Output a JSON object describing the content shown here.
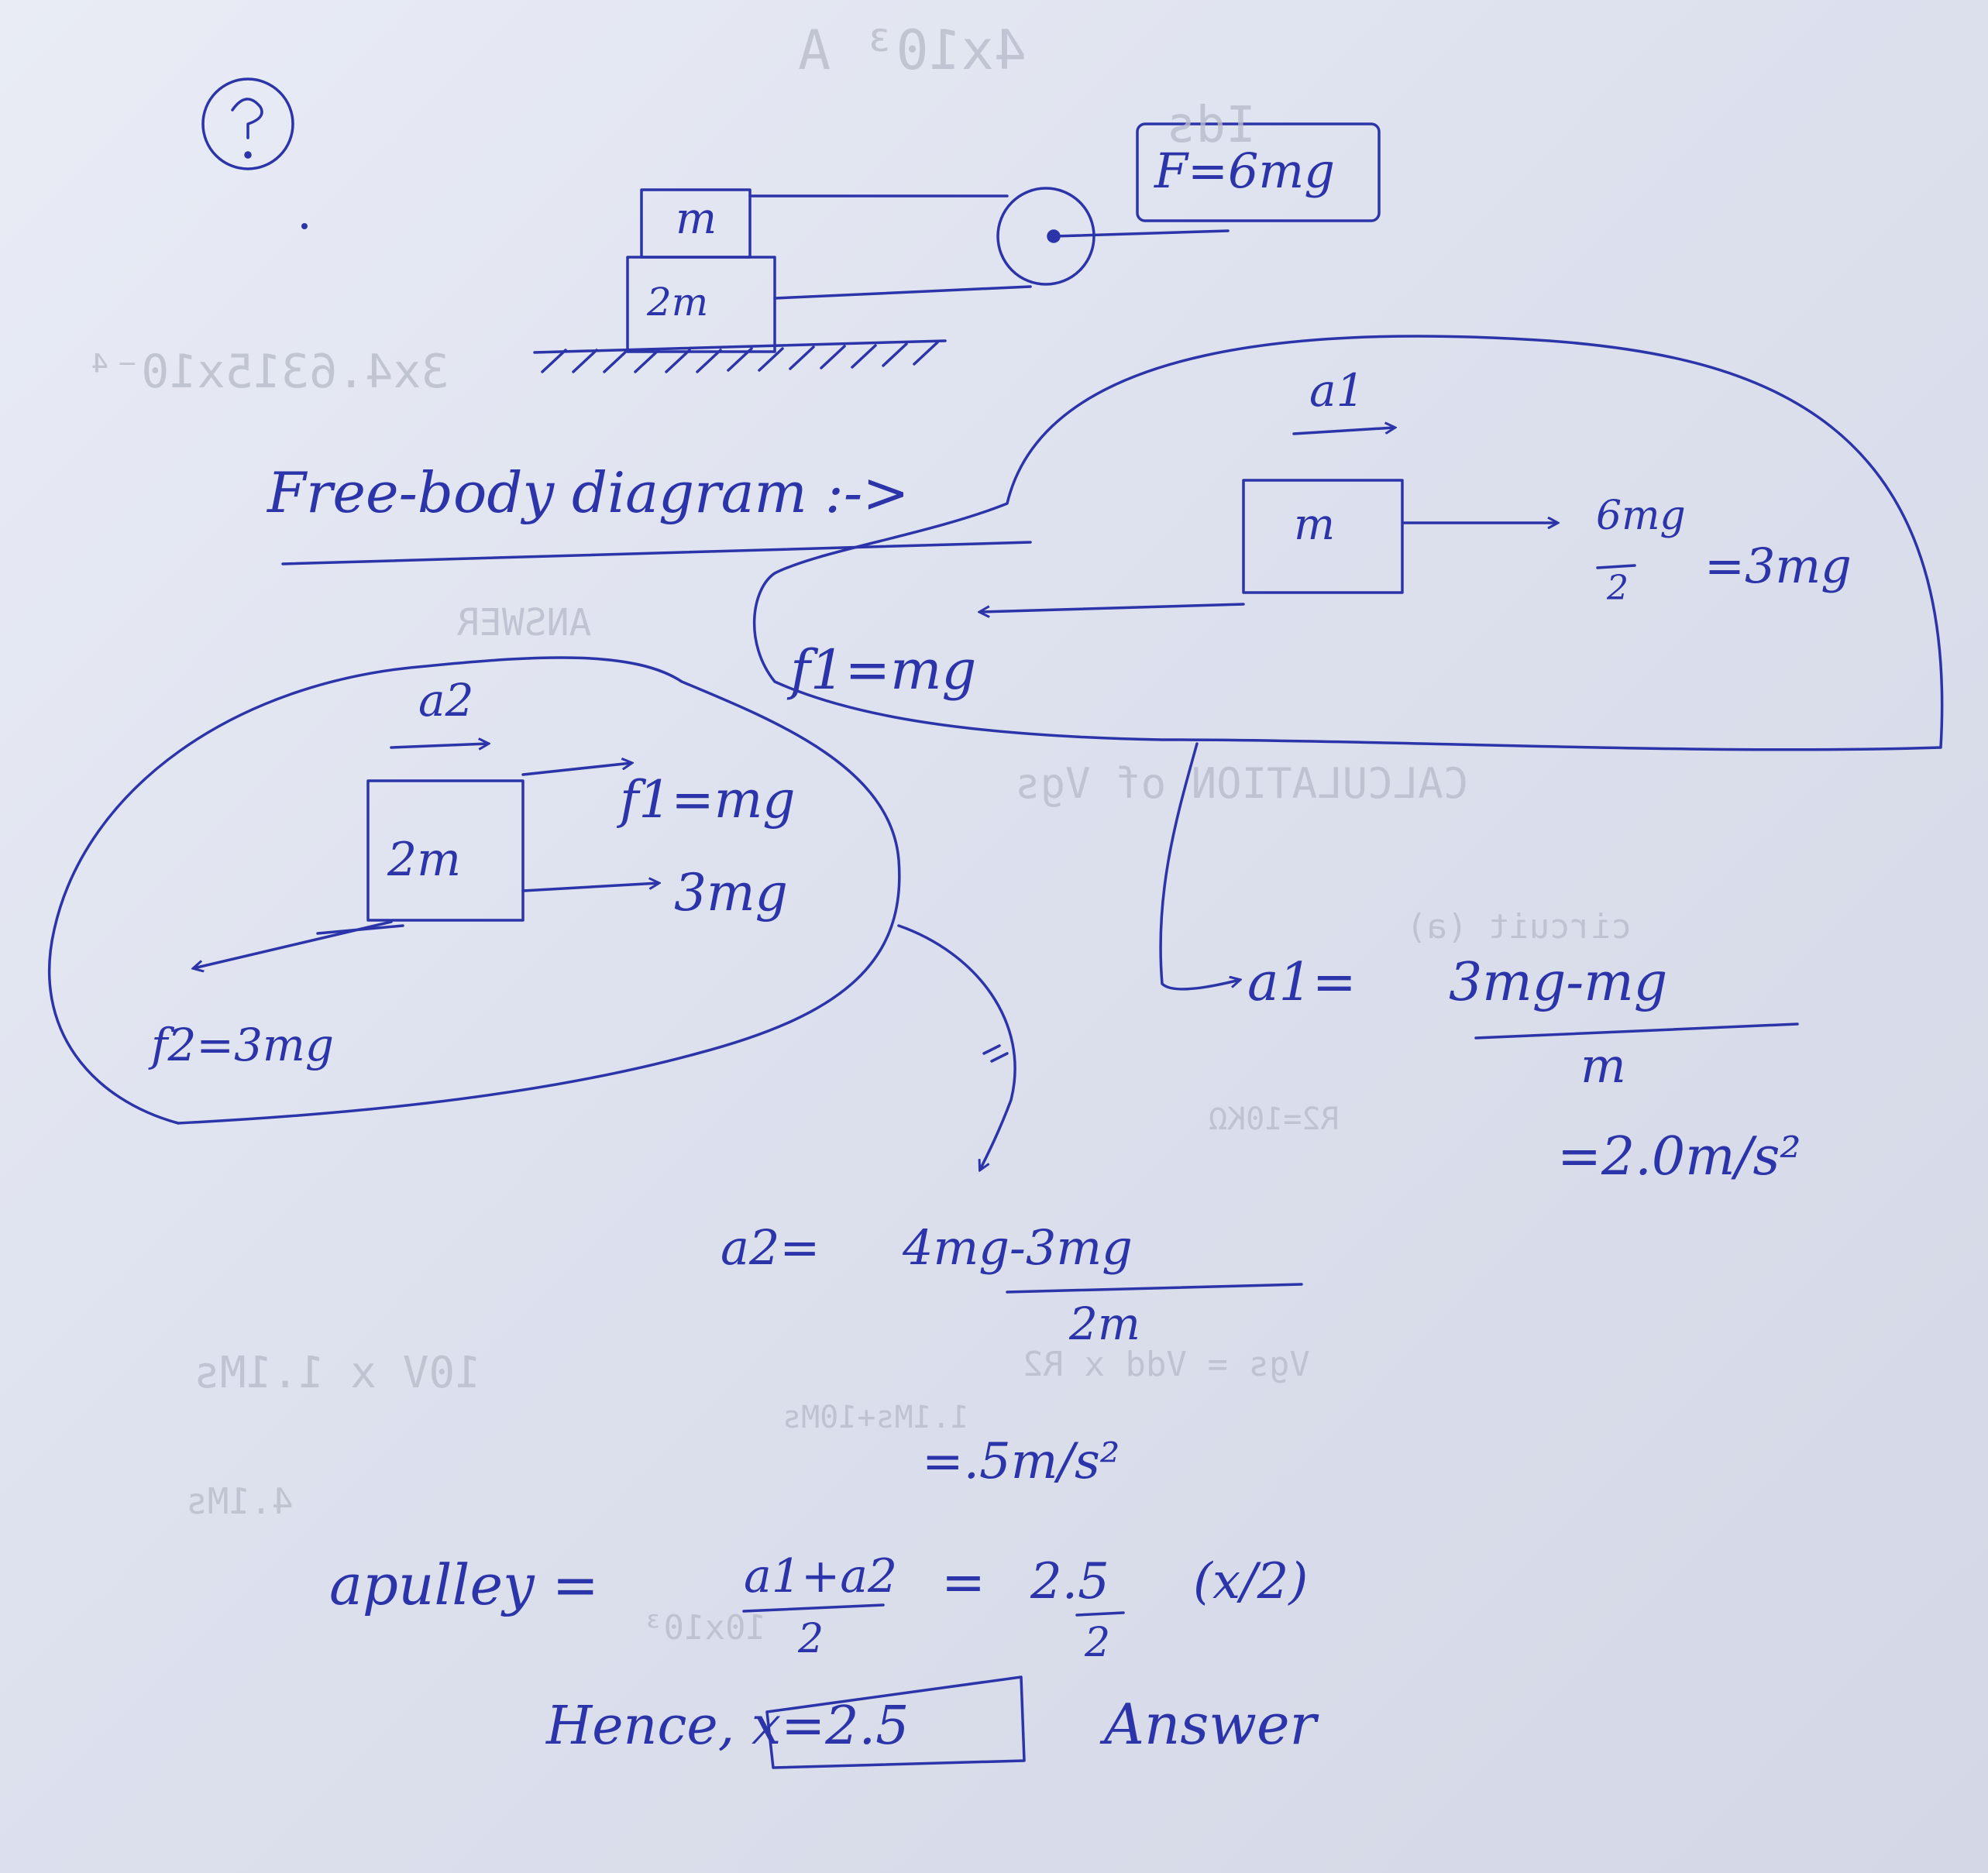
{
  "colors": {
    "ink": "#2b34a8",
    "paper": "#e4e7f1",
    "bleed": "#b9bdcb"
  },
  "icons": {
    "question_mark": "circled-question-icon"
  },
  "setup": {
    "block_top": "m",
    "block_bottom": "2m",
    "force_label": "F=6mg"
  },
  "fbd_title": "Free-body diagram :->",
  "top_fbd": {
    "accel": "a1",
    "block": "m",
    "applied_num": "6mg",
    "applied_den": "2",
    "applied_rhs": "=3mg",
    "friction": "f1=mg"
  },
  "bottom_fbd": {
    "accel": "a2",
    "block": "2m",
    "force_f1": "f1=mg",
    "force_applied": "3mg",
    "friction": "f2=3mg"
  },
  "calc_a1": {
    "lhs": "a1=",
    "numerator": "3mg-mg",
    "denominator": "m",
    "result": "=2.0m/s²"
  },
  "calc_a2": {
    "lhs": "a2=",
    "numerator": "4mg-3mg",
    "denominator": "2m",
    "result": "=.5m/s²"
  },
  "pulley_eq": {
    "lhs": "apulley =",
    "numerator": "a1+a2",
    "denominator": "2",
    "eq2": "=",
    "val_num": "2.5",
    "val_den": "2",
    "paren": "(x/2)"
  },
  "answer": {
    "boxed": "Hence, x=2.5",
    "label": "Answer"
  },
  "bleed_through": [
    "4x10³ A",
    "Ids",
    "3x4.6315x10⁻⁴",
    "CALCULATION of Vgs",
    "circuit (a)",
    "R2=10KΩ",
    "10V x 1.1Ms",
    "Vgs = Vdd x R2",
    "1.1Ms+10Ms",
    "4.1Ms",
    "10x10³",
    "ANSWER"
  ]
}
